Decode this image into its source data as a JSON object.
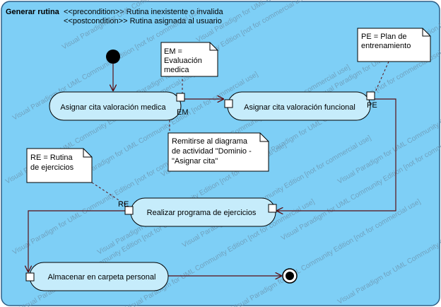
{
  "diagram": {
    "title": "Generar rutina",
    "precondition": "<<precondition>> Rutina inexistente o invalida",
    "postcondition": "<<postcondition>> Rutina asignada al usuario",
    "watermark": "Visual Paradigm for UML Community Edition [not for commercial use]",
    "colors": {
      "frame_fill": "#7ecff6",
      "frame_stroke": "#2f5f86",
      "action_fill": "#c6ecfb",
      "note_fill": "#ffffff",
      "line": "#5a0f14",
      "node": "#000000"
    },
    "actions": {
      "asignar_medica": "Asignar cita valoración medica",
      "asignar_funcional": "Asignar cita valoración funcional",
      "realizar": "Realizar programa de ejercicios",
      "almacenar": "Almacenar en carpeta personal"
    },
    "pins": {
      "em": "EM",
      "pe": "PE",
      "re": "RE"
    },
    "notes": {
      "em_lines": [
        "EM =",
        "Evaluación",
        "medica"
      ],
      "pe_lines": [
        "PE = Plan de",
        "entrenamiento"
      ],
      "remitirse_lines": [
        "Remitirse al diagrama",
        "de actividad \"Dominio -",
        "\"Asignar cita\""
      ],
      "re_lines": [
        "RE = Rutina",
        "de ejercicios"
      ]
    }
  }
}
